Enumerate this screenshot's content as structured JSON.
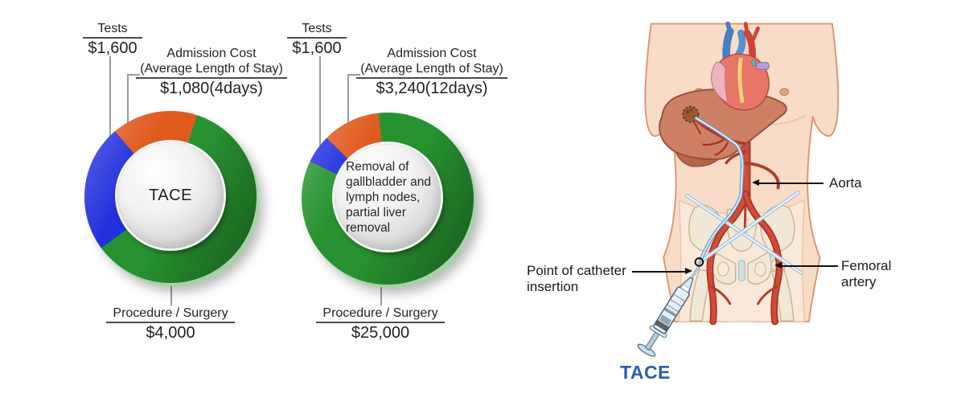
{
  "chart_data": [
    {
      "type": "pie",
      "center_label": "TACE",
      "hole_ratio": 0.62,
      "start_angle_deg": 18,
      "draw_order": [
        "procedure",
        "tests",
        "admission"
      ],
      "total": 6680,
      "slices": {
        "tests": {
          "title": "Tests",
          "value": 1600,
          "display": "$1,600",
          "color": "#2230dd"
        },
        "admission": {
          "title": "Admission Cost",
          "subtitle": "(Average Length of Stay)",
          "value": 1080,
          "display": "$1,080(4days)",
          "color": "#e05a1e"
        },
        "procedure": {
          "title": "Procedure / Surgery",
          "value": 4000,
          "display": "$4,000",
          "color": "#279330"
        }
      }
    },
    {
      "type": "pie",
      "center_label": "Removal of\ngallbladder and\nlymph nodes,\npartial liver\nremoval",
      "hole_ratio": 0.62,
      "start_angle_deg": 354,
      "draw_order": [
        "procedure",
        "tests",
        "admission"
      ],
      "total": 29840,
      "slices": {
        "tests": {
          "title": "Tests",
          "value": 1600,
          "display": "$1,600",
          "color": "#2230dd"
        },
        "admission": {
          "title": "Admission Cost",
          "subtitle": "(Average Length of Stay)",
          "value": 3240,
          "display": "$3,240(12days)",
          "color": "#e05a1e"
        },
        "procedure": {
          "title": "Procedure / Surgery",
          "value": 25000,
          "display": "$25,000",
          "color": "#279330"
        }
      }
    }
  ],
  "anatomy": {
    "labels": {
      "aorta": "Aorta",
      "catheter_insertion": "Point of catheter insertion",
      "femoral_artery": "Femoral artery",
      "procedure_tag": "TACE"
    },
    "colors": {
      "artery_red": "#c0392b",
      "catheter_blue": "#a8c6de",
      "skin": "#f8dcc8",
      "tace_label": "#2a5db0"
    }
  }
}
